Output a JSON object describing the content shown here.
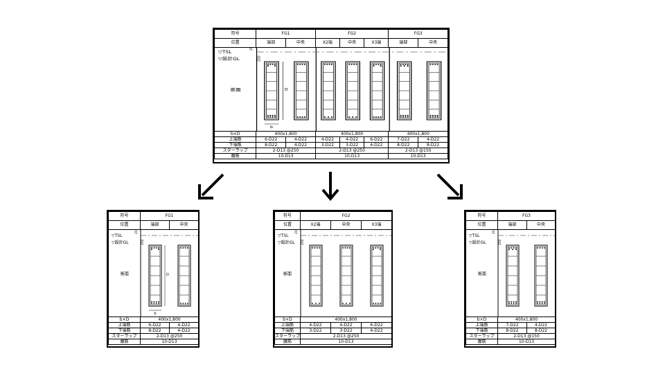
{
  "labels": {
    "mark": "符号",
    "position": "位置",
    "section": "断面",
    "bxd": "b×D",
    "top": "上端筋",
    "bottom": "下端筋",
    "stirrup": "スターラップ",
    "web": "腹筋",
    "tsl": "▽TSL",
    "design_gl": "▽設計GL",
    "dim_20": "20",
    "dim_250": "250",
    "dim_b": "b",
    "dim_d": "D"
  },
  "full": {
    "groups": [
      {
        "name": "FG1",
        "positions": [
          "端部",
          "中央"
        ],
        "bxd": "400x1,800",
        "top": [
          "6-D22",
          "4-D22"
        ],
        "bottom": [
          "8-D22",
          "4-D22"
        ],
        "stirrup": "2-D13 @250",
        "web": "10-D13"
      },
      {
        "name": "FG2",
        "positions": [
          "X2端",
          "中央",
          "X3端"
        ],
        "bxd": "400x1,800",
        "top": [
          "4-D22",
          "4-D22",
          "6-D22"
        ],
        "bottom": [
          "3-D22",
          "3-D22",
          "4-D22"
        ],
        "stirrup": "2-D13 @250",
        "web": "10-D13"
      },
      {
        "name": "FG3",
        "positions": [
          "端部",
          "中央"
        ],
        "bxd": "400x1,800",
        "top": [
          "7-D22",
          "4-D22"
        ],
        "bottom": [
          "8-D22",
          "8-D22"
        ],
        "stirrup": "2-D13 @150",
        "web": "10-D13"
      }
    ]
  },
  "split": [
    {
      "name": "FG1",
      "positions": [
        "端部",
        "中央"
      ],
      "bxd": "400x1,800",
      "top": [
        "6-D22",
        "4-D22"
      ],
      "bottom": [
        "8-D22",
        "4-D22"
      ],
      "stirrup": "2-D13 @250",
      "web": "10-D13"
    },
    {
      "name": "FG2",
      "positions": [
        "X2端",
        "中央",
        "X3端"
      ],
      "bxd": "400x1,800",
      "top": [
        "4-D22",
        "4-D22",
        "6-D22"
      ],
      "bottom": [
        "3-D22",
        "3-D22",
        "4-D22"
      ],
      "stirrup": "2-D13 @250",
      "web": "10-D13"
    },
    {
      "name": "FG3",
      "positions": [
        "端部",
        "中央"
      ],
      "bxd": "400x1,800",
      "top": [
        "7-D22",
        "4-D22"
      ],
      "bottom": [
        "8-D22",
        "8-D22"
      ],
      "stirrup": "2-D13 @150",
      "web": "10-D13"
    }
  ],
  "colors": {
    "line": "#000000",
    "dash": "#666666",
    "background": "#ffffff"
  }
}
